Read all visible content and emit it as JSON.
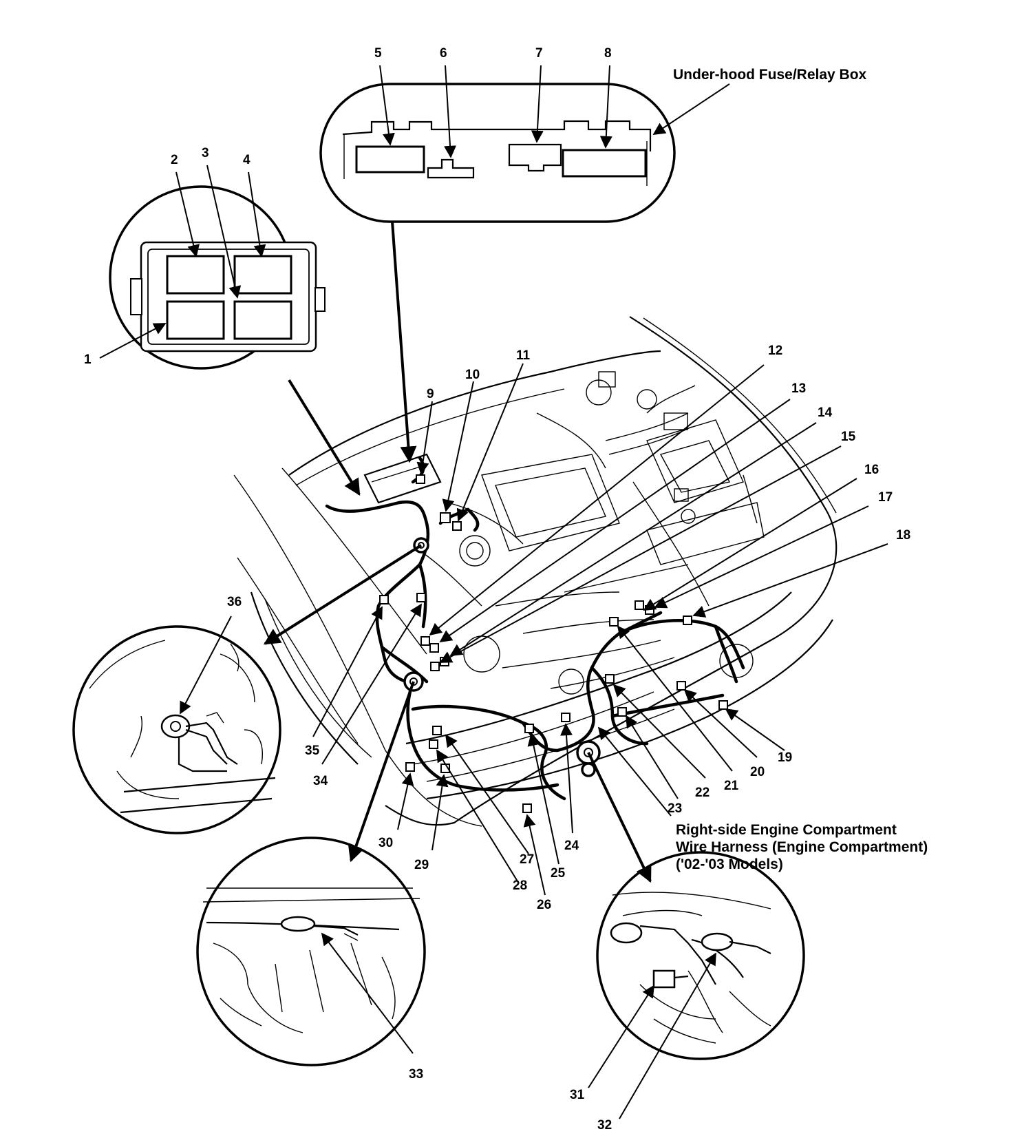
{
  "captions": {
    "fuse_box": "Under-hood Fuse/Relay Box",
    "harness_line1": "Right-side Engine Compartment",
    "harness_line2": "Wire Harness (Engine Compartment)",
    "harness_line3": "('02-'03 Models)"
  },
  "callouts": {
    "c1": "1",
    "c2": "2",
    "c3": "3",
    "c4": "4",
    "c5": "5",
    "c6": "6",
    "c7": "7",
    "c8": "8",
    "c9": "9",
    "c10": "10",
    "c11": "11",
    "c12": "12",
    "c13": "13",
    "c14": "14",
    "c15": "15",
    "c16": "16",
    "c17": "17",
    "c18": "18",
    "c19": "19",
    "c20": "20",
    "c21": "21",
    "c22": "22",
    "c23": "23",
    "c24": "24",
    "c25": "25",
    "c26": "26",
    "c27": "27",
    "c28": "28",
    "c29": "29",
    "c30": "30",
    "c31": "31",
    "c32": "32",
    "c33": "33",
    "c34": "34",
    "c35": "35",
    "c36": "36"
  }
}
